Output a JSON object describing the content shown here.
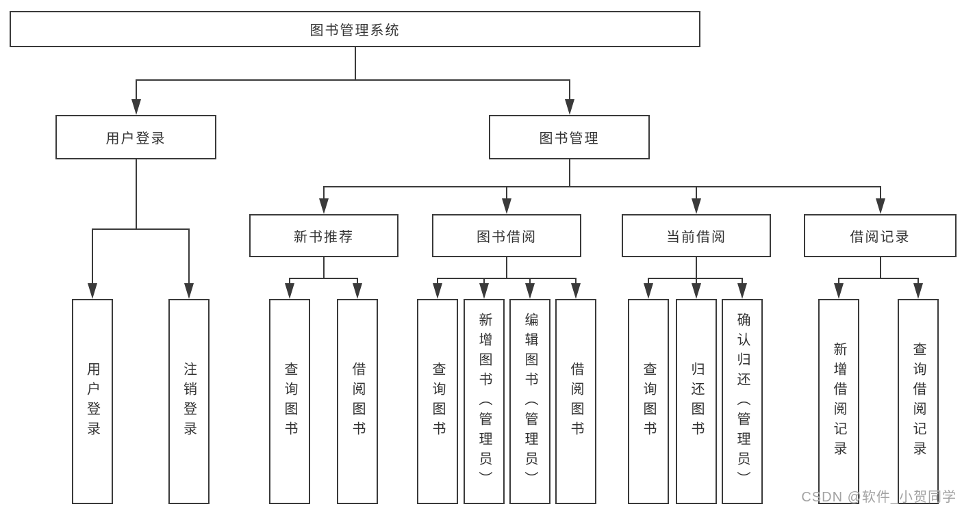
{
  "colors": {
    "line": "#3a3a3a",
    "text": "#333333",
    "background": "#ffffff",
    "watermark": "#a3a3a3"
  },
  "diagram": {
    "title": "图书管理系统",
    "watermark": "CSDN @软件_小贺同学",
    "nodes": [
      {
        "id": "root",
        "label": "图书管理系统",
        "orientation": "h",
        "level": "root"
      },
      {
        "id": "user-login",
        "label": "用户登录",
        "orientation": "h",
        "level": "branch"
      },
      {
        "id": "book-mgmt",
        "label": "图书管理",
        "orientation": "h",
        "level": "branch"
      },
      {
        "id": "new-book-rec",
        "label": "新书推荐",
        "orientation": "h",
        "level": "branch"
      },
      {
        "id": "book-borrow",
        "label": "图书借阅",
        "orientation": "h",
        "level": "branch"
      },
      {
        "id": "current-borrow",
        "label": "当前借阅",
        "orientation": "h",
        "level": "branch"
      },
      {
        "id": "borrow-records",
        "label": "借阅记录",
        "orientation": "h",
        "level": "branch"
      },
      {
        "id": "leaf-user-login",
        "label": "用户登录",
        "orientation": "v",
        "level": "leaf"
      },
      {
        "id": "leaf-logout",
        "label": "注销登录",
        "orientation": "v",
        "level": "leaf"
      },
      {
        "id": "leaf-query-book-1",
        "label": "查询图书",
        "orientation": "v",
        "level": "leaf"
      },
      {
        "id": "leaf-borrow-book-1",
        "label": "借阅图书",
        "orientation": "v",
        "level": "leaf"
      },
      {
        "id": "leaf-query-book-2",
        "label": "查询图书",
        "orientation": "v",
        "level": "leaf"
      },
      {
        "id": "leaf-add-book",
        "label": "新增图书（管理员）",
        "orientation": "v",
        "level": "leaf"
      },
      {
        "id": "leaf-edit-book",
        "label": "编辑图书（管理员）",
        "orientation": "v",
        "level": "leaf"
      },
      {
        "id": "leaf-borrow-book-2",
        "label": "借阅图书",
        "orientation": "v",
        "level": "leaf"
      },
      {
        "id": "leaf-query-book-3",
        "label": "查询图书",
        "orientation": "v",
        "level": "leaf"
      },
      {
        "id": "leaf-return-book",
        "label": "归还图书",
        "orientation": "v",
        "level": "leaf"
      },
      {
        "id": "leaf-confirm-return",
        "label": "确认归还（管理员）",
        "orientation": "v",
        "level": "leaf"
      },
      {
        "id": "leaf-add-borrow-record",
        "label": "新增借阅记录",
        "orientation": "v",
        "level": "leaf"
      },
      {
        "id": "leaf-query-borrow-record",
        "label": "查询借阅记录",
        "orientation": "v",
        "level": "leaf"
      }
    ],
    "edges": [
      {
        "from": "root",
        "to": [
          "user-login",
          "book-mgmt"
        ]
      },
      {
        "from": "user-login",
        "to": [
          "leaf-user-login",
          "leaf-logout"
        ]
      },
      {
        "from": "book-mgmt",
        "to": [
          "new-book-rec",
          "book-borrow",
          "current-borrow",
          "borrow-records"
        ]
      },
      {
        "from": "new-book-rec",
        "to": [
          "leaf-query-book-1",
          "leaf-borrow-book-1"
        ]
      },
      {
        "from": "book-borrow",
        "to": [
          "leaf-query-book-2",
          "leaf-add-book",
          "leaf-edit-book",
          "leaf-borrow-book-2"
        ]
      },
      {
        "from": "current-borrow",
        "to": [
          "leaf-query-book-3",
          "leaf-return-book",
          "leaf-confirm-return"
        ]
      },
      {
        "from": "borrow-records",
        "to": [
          "leaf-add-borrow-record",
          "leaf-query-borrow-record"
        ]
      }
    ]
  }
}
